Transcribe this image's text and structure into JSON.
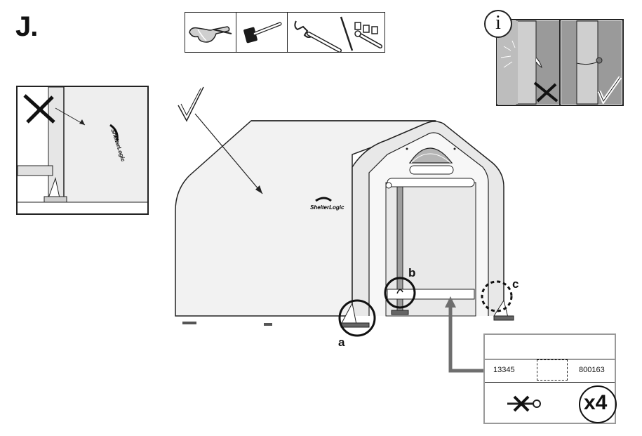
{
  "step": {
    "letter": "J."
  },
  "tools": {
    "icons": [
      "safety-glasses-icon",
      "mallet-icon",
      "adjustable-wrench-icon",
      "socket-wrench-icon"
    ]
  },
  "info": {
    "glyph": "i"
  },
  "tent": {
    "brand": "ShelterLogic"
  },
  "detail_labels": {
    "a": "a",
    "b": "b",
    "c": "c"
  },
  "parts_box": {
    "part_left": "13345",
    "part_right": "800163",
    "quantity": "x4"
  },
  "colors": {
    "line": "#222222",
    "tent_fill": "#f2f2f2",
    "photo_fill": "#9a9a9a",
    "arrow": "#6e6e6e"
  }
}
